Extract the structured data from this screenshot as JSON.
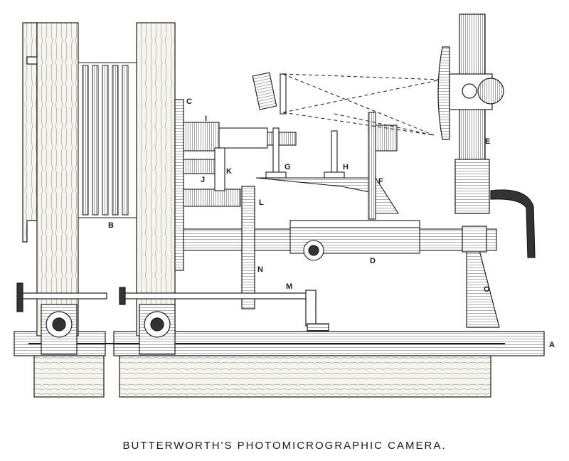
{
  "caption": "BUTTERWORTH'S PHOTOMICROGRAPHIC CAMERA.",
  "labels": {
    "A": "A",
    "B": "B",
    "C": "C",
    "D": "D",
    "E": "E",
    "F": "F",
    "G": "G",
    "H": "H",
    "I": "I",
    "J": "J",
    "K": "K",
    "L": "L",
    "M": "M",
    "N": "N",
    "O": "O"
  },
  "colors": {
    "ink": "#1a1a1a",
    "paper": "#ffffff",
    "wood": "#f3f0ea"
  }
}
